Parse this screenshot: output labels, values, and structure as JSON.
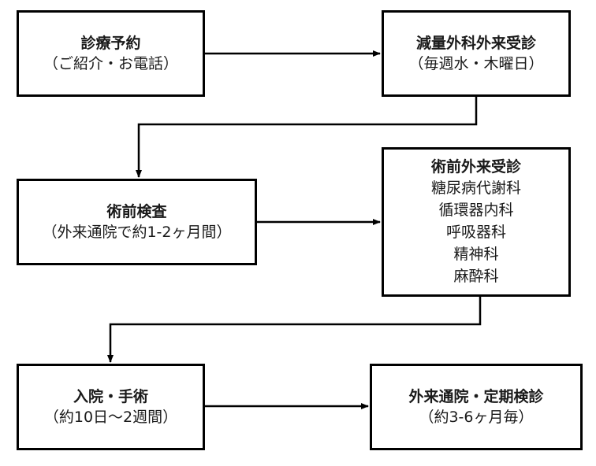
{
  "nodes": {
    "appointment": {
      "title": "診療予約",
      "sub": "（ご紹介・お電話）"
    },
    "clinic": {
      "title": "減量外科外来受診",
      "sub": "（毎週水・木曜日）"
    },
    "preop_exam": {
      "title": "術前検査",
      "sub": "（外来通院で約1-2ヶ月間）"
    },
    "preop_visit": {
      "title": "術前外来受診",
      "departments": [
        "糖尿病代謝科",
        "循環器内科",
        "呼吸器科",
        "精神科",
        "麻酔科"
      ]
    },
    "surgery": {
      "title": "入院・手術",
      "sub": "（約10日～2週間）"
    },
    "followup": {
      "title": "外来通院・定期検診",
      "sub": "（約3-6ヶ月毎）"
    }
  },
  "colors": {
    "border": "#000000",
    "text": "#1a1a1a",
    "background": "#ffffff"
  }
}
